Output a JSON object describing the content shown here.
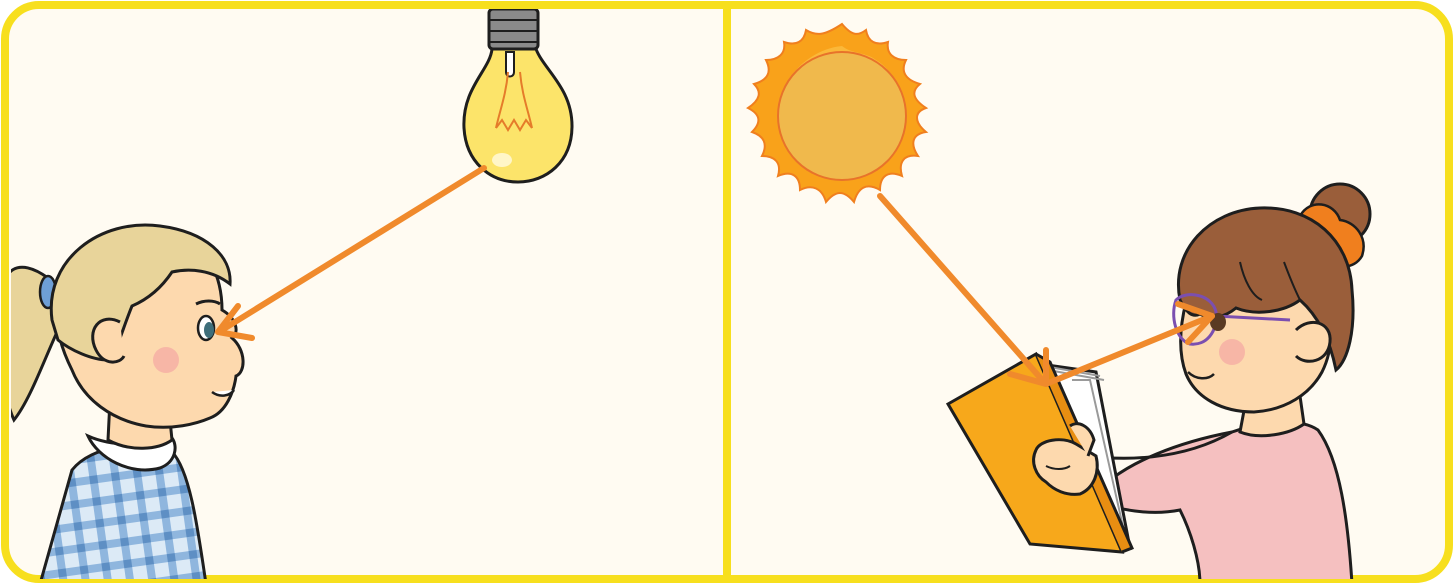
{
  "colors": {
    "frame": "#F7DF1E",
    "background": "#FFFBF2",
    "ray": "#F08A2C",
    "outline": "#1E1E1E",
    "skin": "#FDD9AE",
    "cheek": "#F6AFA4",
    "blond_hair": "#E8D49A",
    "brown_hair": "#9A5E3A",
    "hair_tie": "#F07F1E",
    "checked_shirt": "#A9C8E8",
    "pink_shirt": "#F5C0C0",
    "book_cover": "#F7A81B",
    "bulb_glass": "#FCE46A",
    "bulb_filament": "#E57C2A",
    "sun_core": "#F0B94C",
    "sun_flame": "#F9A21A",
    "glasses": "#7B4FB0"
  },
  "panels": [
    {
      "id": "left",
      "scene": "girl-looking-at-light-bulb",
      "light_source": "light-bulb-icon"
    },
    {
      "id": "right",
      "scene": "girl-reading-book-in-sunlight",
      "light_source": "sun-icon"
    }
  ]
}
